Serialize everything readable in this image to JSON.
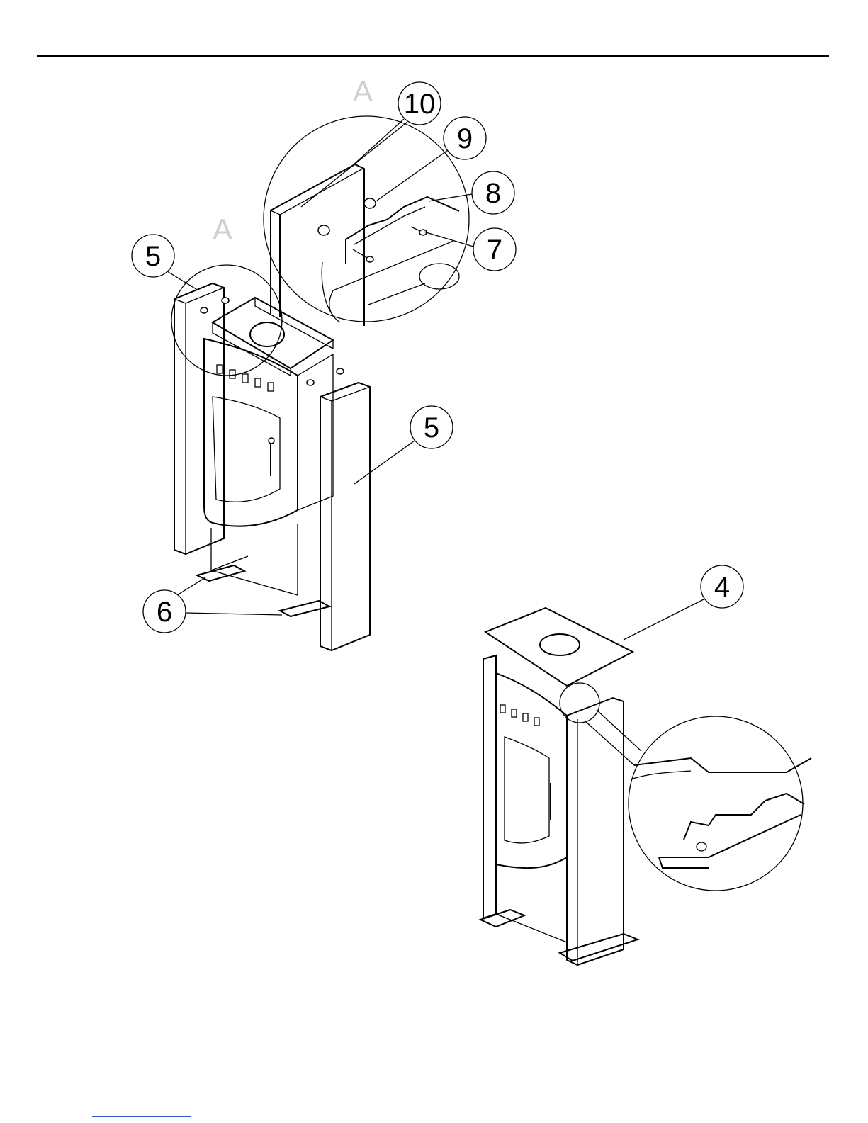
{
  "view_marks": [
    {
      "id": "zoom",
      "text": "A"
    },
    {
      "id": "main",
      "text": "A"
    }
  ],
  "callouts": [
    {
      "id": "c10",
      "text": "10"
    },
    {
      "id": "c9",
      "text": "9"
    },
    {
      "id": "c8",
      "text": "8"
    },
    {
      "id": "c7",
      "text": "7"
    },
    {
      "id": "c5a",
      "text": "5"
    },
    {
      "id": "c5b",
      "text": "5"
    },
    {
      "id": "c6",
      "text": "6"
    },
    {
      "id": "c4",
      "text": "4"
    }
  ]
}
